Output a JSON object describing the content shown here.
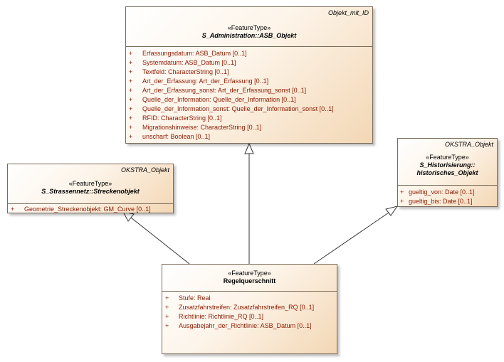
{
  "diagram": {
    "asb_objekt": {
      "tag": "Objekt_mit_ID",
      "stereotype": "«FeatureType»",
      "name": "S_Administration::ASB_Objekt",
      "attributes": [
        {
          "vis": "+",
          "text": "Erfassungsdatum: ASB_Datum [0..1]"
        },
        {
          "vis": "+",
          "text": "Systemdatum: ASB_Datum [0..1]"
        },
        {
          "vis": "+",
          "text": "Textfeld: CharacterString [0..1]"
        },
        {
          "vis": "+",
          "text": "Art_der_Erfassung: Art_der_Erfassung [0..1]"
        },
        {
          "vis": "+",
          "text": "Art_der_Erfassung_sonst: Art_der_Erfassung_sonst [0..1]"
        },
        {
          "vis": "+",
          "text": "Quelle_der_Information: Quelle_der_Information [0..1]"
        },
        {
          "vis": "+",
          "text": "Quelle_der_Information_sonst: Quelle_der_Information_sonst [0..1]"
        },
        {
          "vis": "+",
          "text": "RFID: CharacterString [0..1]"
        },
        {
          "vis": "+",
          "text": "Migrationshinweise: CharacterString [0..1]"
        },
        {
          "vis": "+",
          "text": "unscharf: Boolean [0..1]"
        }
      ]
    },
    "streckenobjekt": {
      "tag": "OKSTRA_Objekt",
      "stereotype": "«FeatureType»",
      "name": "S_Strassennetz::Streckenobjekt",
      "attributes": [
        {
          "vis": "+",
          "text": "Geometrie_Streckenobjekt: GM_Curve [0..1]"
        }
      ]
    },
    "historisches_objekt": {
      "tag": "OKSTRA_Objekt",
      "stereotype": "«FeatureType»",
      "name_line1": "S_Historisierung::",
      "name_line2": "historisches_Objekt",
      "attributes": [
        {
          "vis": "+",
          "text": "gueltig_von: Date [0..1]"
        },
        {
          "vis": "+",
          "text": "gueltig_bis: Date [0..1]"
        }
      ]
    },
    "regelquerschnitt": {
      "stereotype": "«FeatureType»",
      "name": "Regelquerschnitt",
      "attributes": [
        {
          "vis": "+",
          "text": "Stufe: Real"
        },
        {
          "vis": "+",
          "text": "Zusatzfahrstreifen: Zusatzfahrstreifen_RQ [0..1]"
        },
        {
          "vis": "+",
          "text": "Richtlinie: Richtlinie_RQ [0..1]"
        },
        {
          "vis": "+",
          "text": "Ausgabejahr_der_Richtlinie: ASB_Datum [0..1]"
        }
      ]
    },
    "colors": {
      "attribute_text": "#8b1a00",
      "border": "#7a6a58",
      "fill_light": "#ffffff",
      "fill_dark": "#f3d7b5"
    }
  }
}
